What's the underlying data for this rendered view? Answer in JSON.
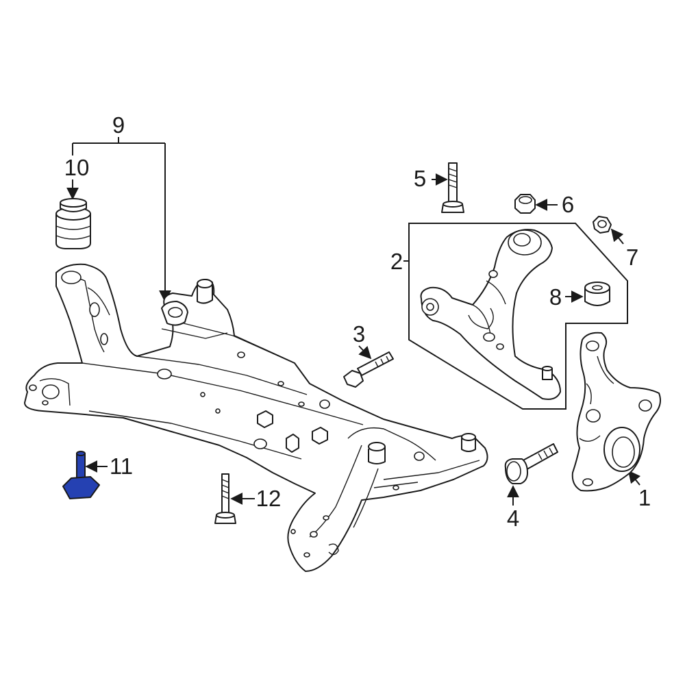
{
  "diagram": {
    "labels": {
      "l1": "1",
      "l2": "2",
      "l3": "3",
      "l4": "4",
      "l5": "5",
      "l6": "6",
      "l7": "7",
      "l8": "8",
      "l9": "9",
      "l10": "10",
      "l11": "11",
      "l12": "12"
    },
    "colors": {
      "highlight": "#2541b2",
      "line": "#1a1a1a",
      "background": "#ffffff"
    },
    "highlighted_part": "11"
  }
}
